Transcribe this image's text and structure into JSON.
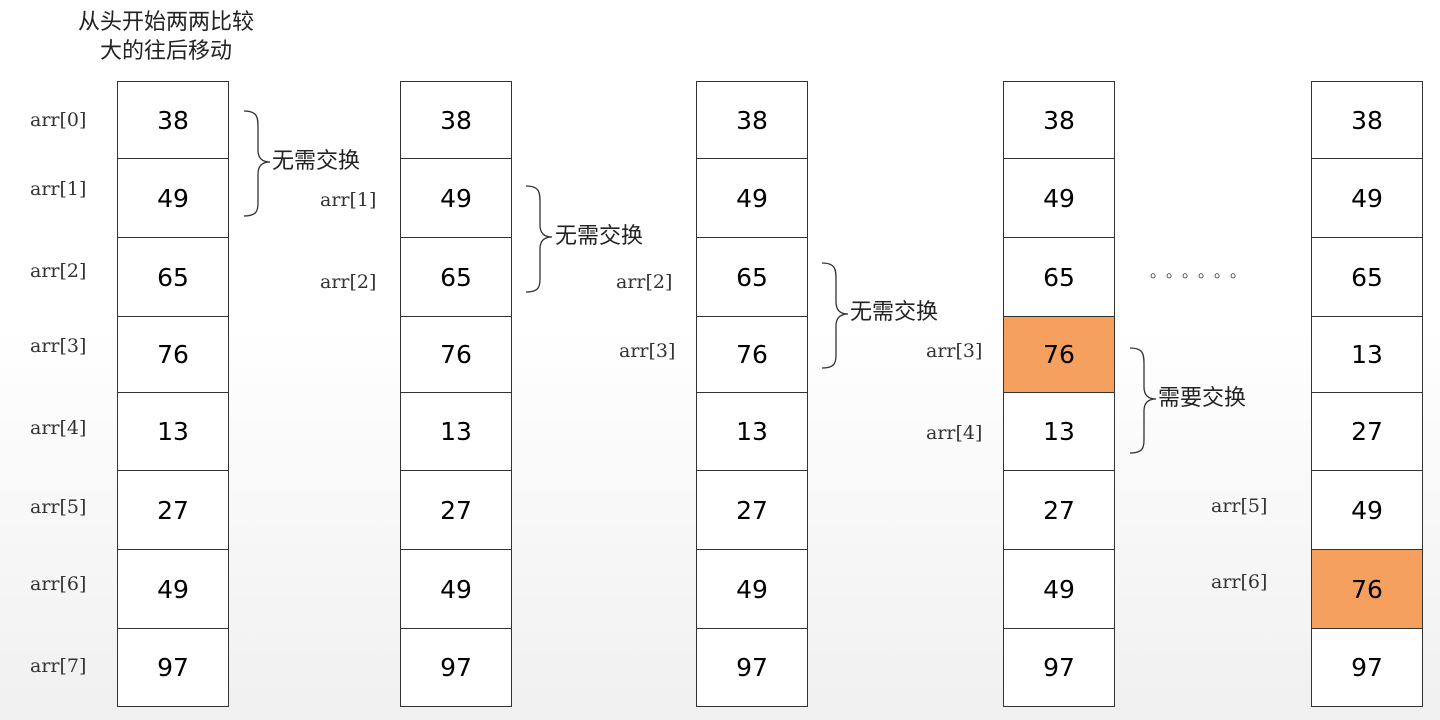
{
  "title": [
    "从头开始两两比较",
    "大的往后移动"
  ],
  "columns": [
    {
      "values": [
        "38",
        "49",
        "65",
        "76",
        "13",
        "27",
        "49",
        "97"
      ],
      "highlight": []
    },
    {
      "values": [
        "38",
        "49",
        "65",
        "76",
        "13",
        "27",
        "49",
        "97"
      ],
      "highlight": []
    },
    {
      "values": [
        "38",
        "49",
        "65",
        "76",
        "13",
        "27",
        "49",
        "97"
      ],
      "highlight": []
    },
    {
      "values": [
        "38",
        "49",
        "65",
        "76",
        "13",
        "27",
        "49",
        "97"
      ],
      "highlight": [
        3
      ]
    },
    {
      "values": [
        "38",
        "49",
        "65",
        "13",
        "27",
        "49",
        "76",
        "97"
      ],
      "highlight": [
        6
      ]
    }
  ],
  "labels": {
    "col0": [
      "arr[0]",
      "arr[1]",
      "arr[2]",
      "arr[3]",
      "arr[4]",
      "arr[5]",
      "arr[6]",
      "arr[7]"
    ],
    "col1": [
      "arr[1]",
      "arr[2]"
    ],
    "col2": [
      "arr[2]",
      "arr[3]"
    ],
    "col3": [
      "arr[3]",
      "arr[4]"
    ],
    "col4": [
      "arr[5]",
      "arr[6]"
    ]
  },
  "notes": [
    "无需交换",
    "无需交换",
    "无需交换",
    "需要交换"
  ],
  "ellipsis": "。。。。。。",
  "colors": {
    "highlight": "#f5a05e",
    "border": "#333333"
  }
}
